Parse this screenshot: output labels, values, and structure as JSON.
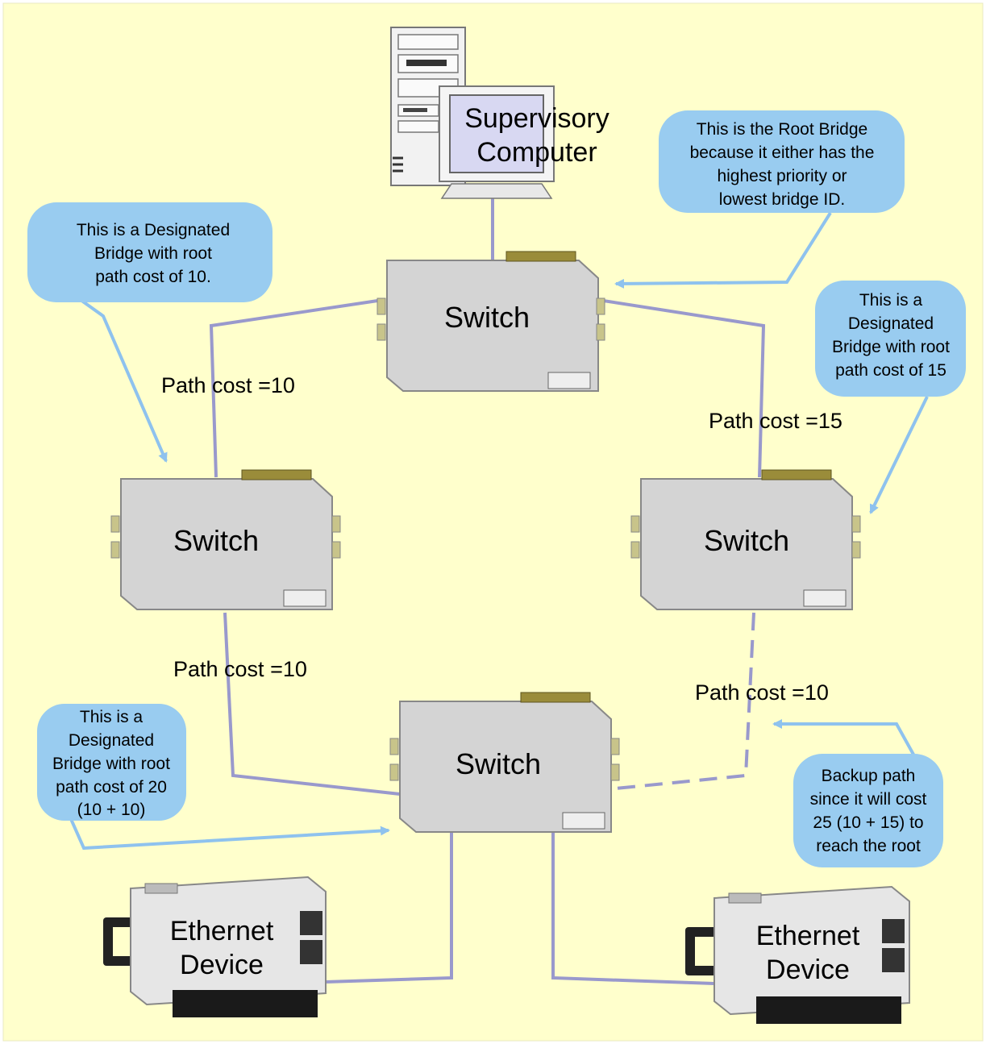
{
  "colors": {
    "background": "#FFFFCC",
    "link": "#9999CC",
    "bubble": "#99CCF0",
    "arrow": "#8EC2EE",
    "switch_body": "#D4D4D4",
    "connector_gold": "#9A8C3A"
  },
  "computer": {
    "label_line1": "Supervisory",
    "label_line2": "Computer"
  },
  "switches": {
    "root": {
      "label": "Switch"
    },
    "left": {
      "label": "Switch"
    },
    "right": {
      "label": "Switch"
    },
    "bottom": {
      "label": "Switch"
    }
  },
  "devices": {
    "left": {
      "line1": "Ethernet",
      "line2": "Device"
    },
    "right": {
      "line1": "Ethernet",
      "line2": "Device"
    }
  },
  "path_costs": {
    "top_left": "Path cost =10",
    "top_right": "Path cost =15",
    "left_bottom": "Path cost =10",
    "right_bottom": "Path cost =10"
  },
  "bubbles": {
    "root_bridge": [
      "This is the Root Bridge",
      "because it either has the",
      "highest priority or",
      "lowest bridge ID."
    ],
    "left_designated": [
      "This is a Designated",
      "Bridge with root",
      "path cost of 10."
    ],
    "right_designated": [
      "This is a",
      "Designated",
      "Bridge with root",
      "path cost of 15"
    ],
    "bottom_designated": [
      "This is a",
      "Designated",
      "Bridge with root",
      "path cost of 20",
      "(10 + 10)"
    ],
    "backup_path": [
      "Backup path",
      "since it will cost",
      "25 (10 + 15) to",
      "reach the root"
    ]
  }
}
